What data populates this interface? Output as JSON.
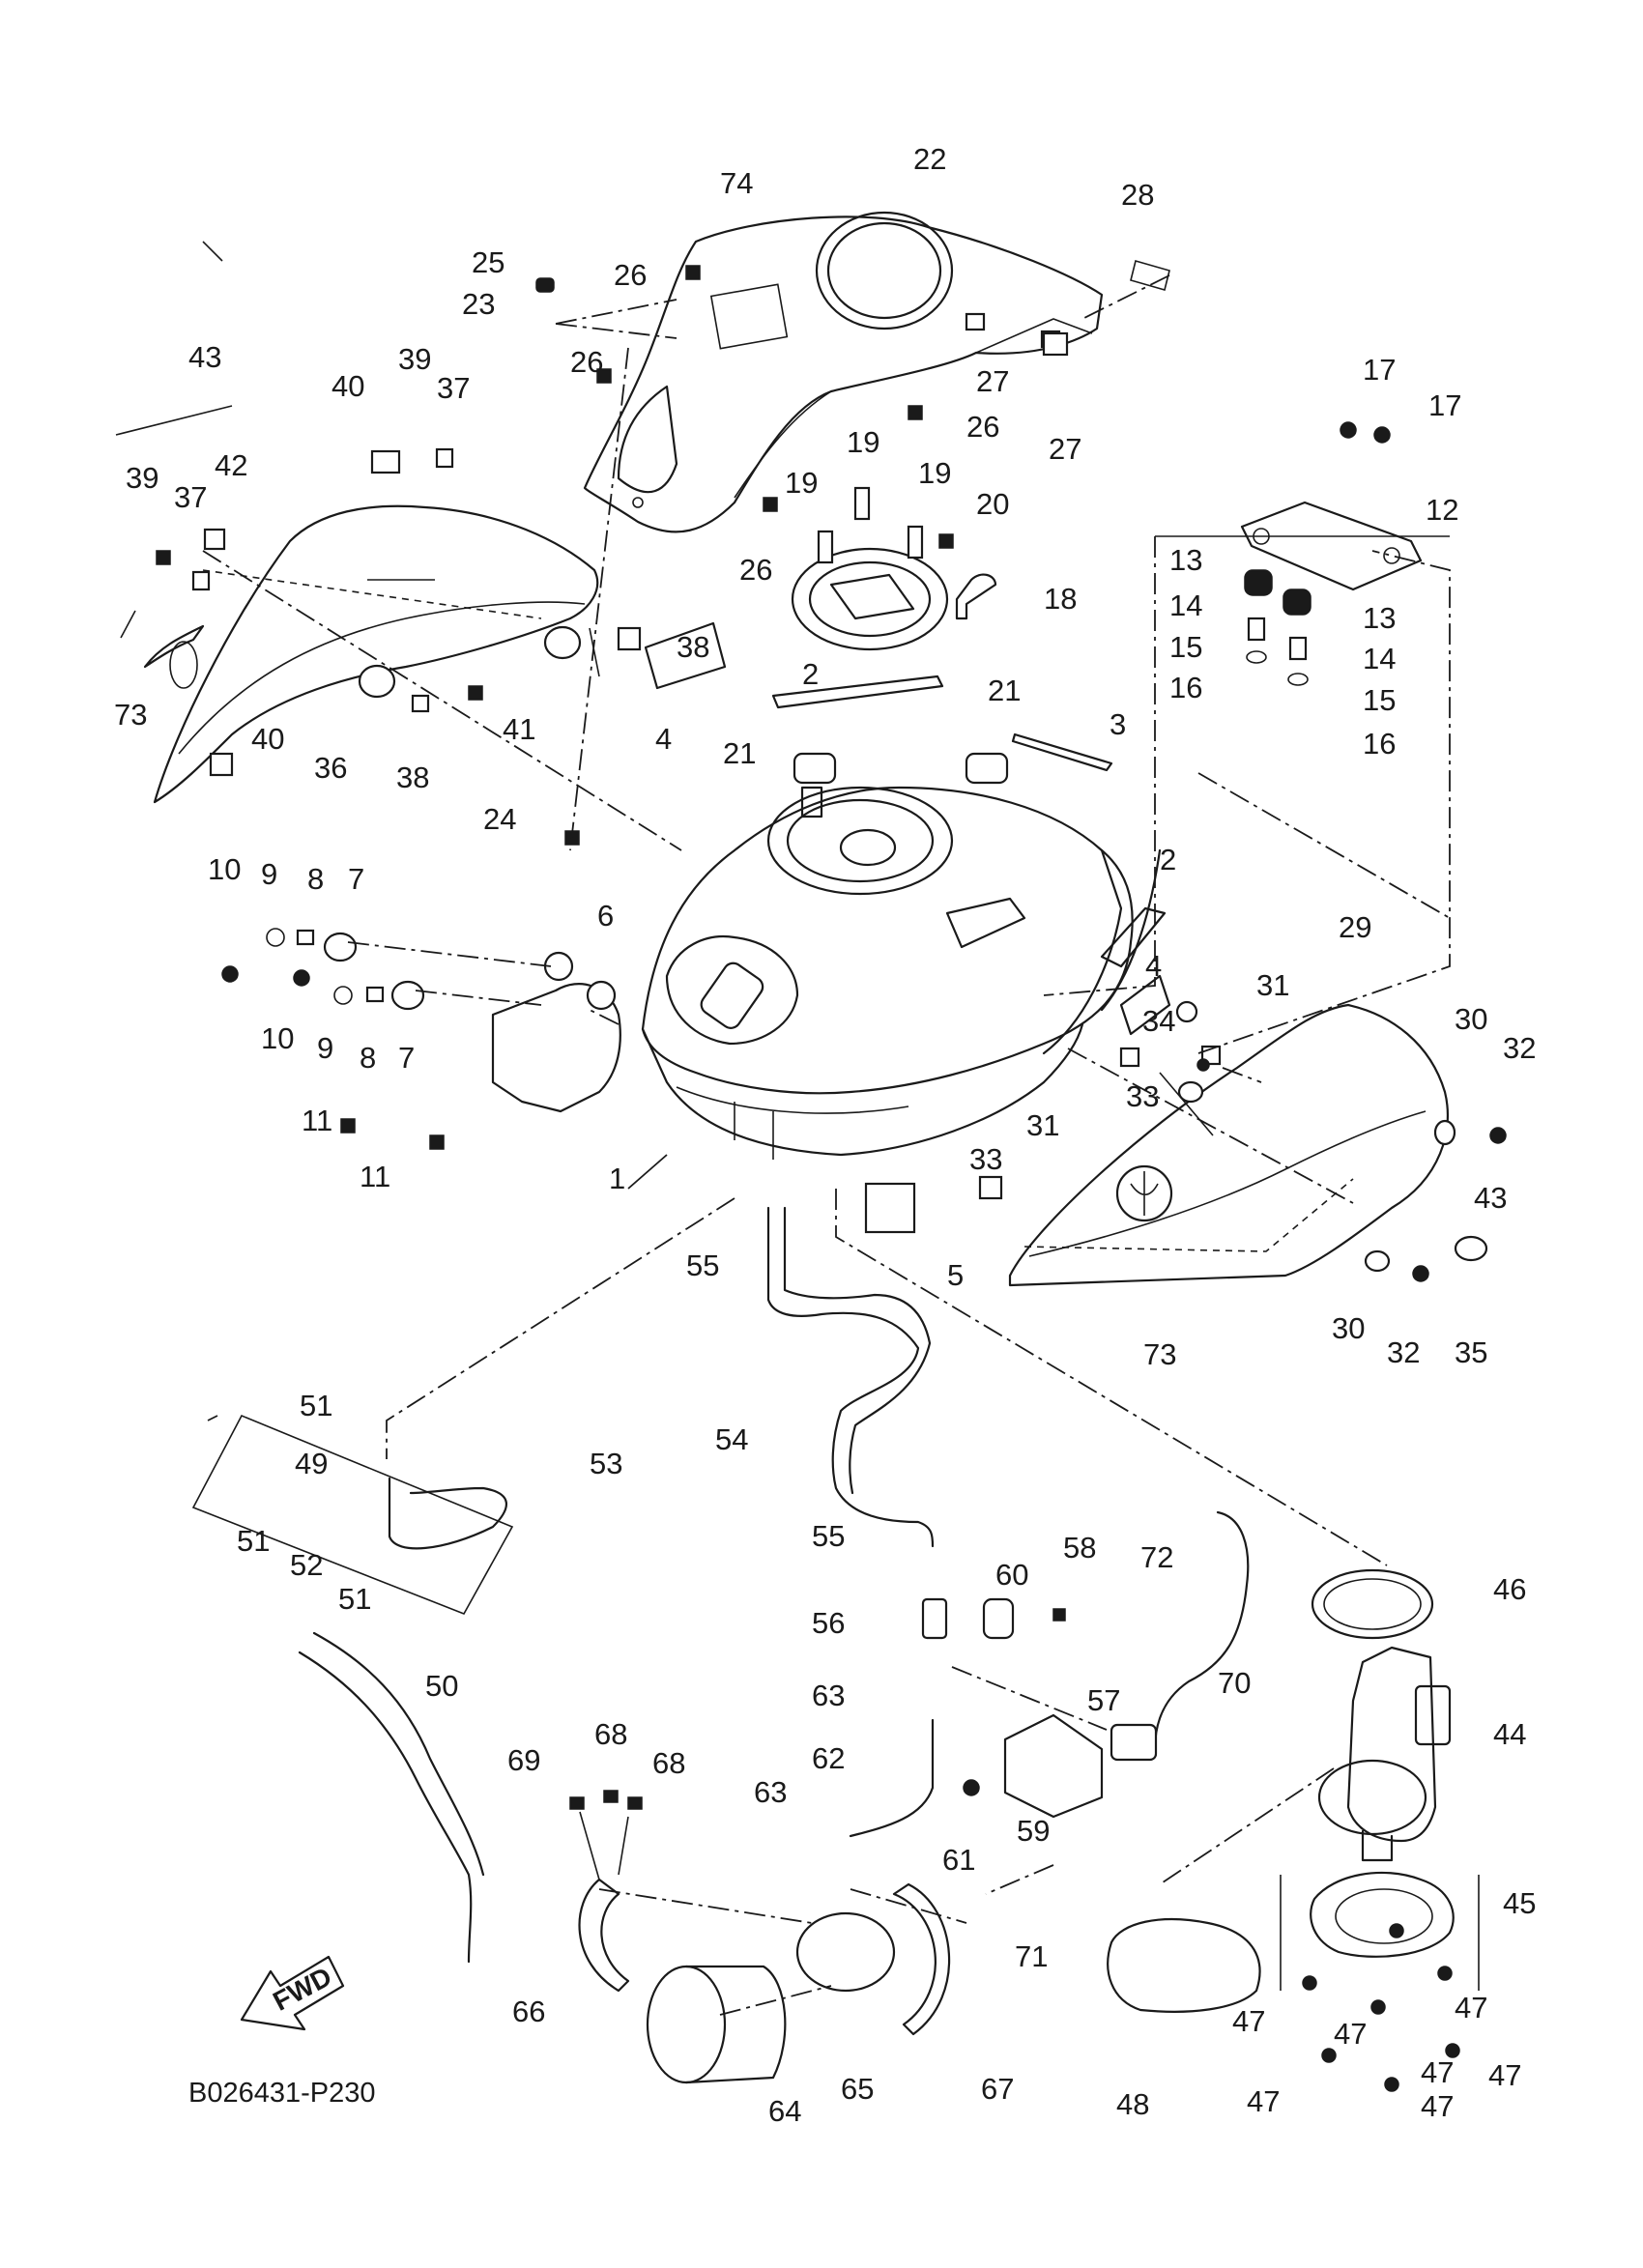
{
  "drawing_code": "B026431-P230",
  "direction_arrow": {
    "label": "FWD",
    "icon": "forward-arrow-icon"
  },
  "callouts": [
    "1",
    "2",
    "2",
    "3",
    "4",
    "4",
    "5",
    "6",
    "7",
    "7",
    "8",
    "8",
    "9",
    "9",
    "10",
    "10",
    "11",
    "11",
    "12",
    "13",
    "13",
    "14",
    "14",
    "15",
    "15",
    "16",
    "16",
    "17",
    "17",
    "18",
    "19",
    "19",
    "19",
    "20",
    "21",
    "21",
    "22",
    "23",
    "24",
    "25",
    "26",
    "26",
    "26",
    "26",
    "27",
    "27",
    "28",
    "29",
    "30",
    "30",
    "31",
    "31",
    "32",
    "32",
    "33",
    "33",
    "34",
    "35",
    "36",
    "37",
    "37",
    "38",
    "38",
    "39",
    "39",
    "40",
    "40",
    "41",
    "42",
    "43",
    "43",
    "44",
    "45",
    "46",
    "47",
    "47",
    "47",
    "47",
    "47",
    "47",
    "47",
    "48",
    "49",
    "50",
    "51",
    "51",
    "51",
    "52",
    "53",
    "54",
    "55",
    "55",
    "56",
    "57",
    "58",
    "59",
    "60",
    "61",
    "62",
    "63",
    "63",
    "64",
    "65",
    "66",
    "67",
    "68",
    "68",
    "69",
    "70",
    "71",
    "72",
    "73",
    "73",
    "74"
  ]
}
